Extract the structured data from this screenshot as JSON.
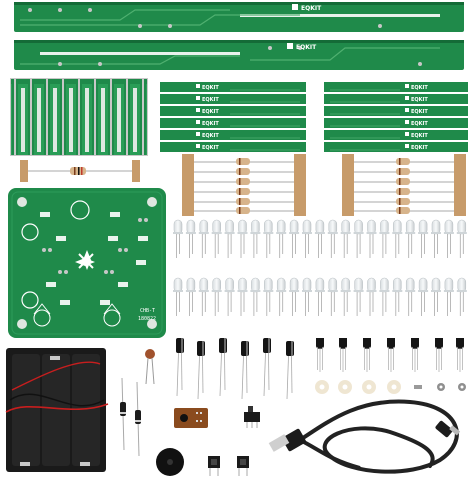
{
  "brand": "EQKIT",
  "board_code": "CHB-T",
  "board_date": "180822",
  "colors": {
    "pcb": "#1f8a4a",
    "pcb_dark": "#146b37",
    "trace": "#4fb070",
    "silk": "#ffffff",
    "tape": "#c79b6a",
    "battery": "#1a1a1a",
    "wire_red": "#c81e1e",
    "cable": "#222222"
  }
}
